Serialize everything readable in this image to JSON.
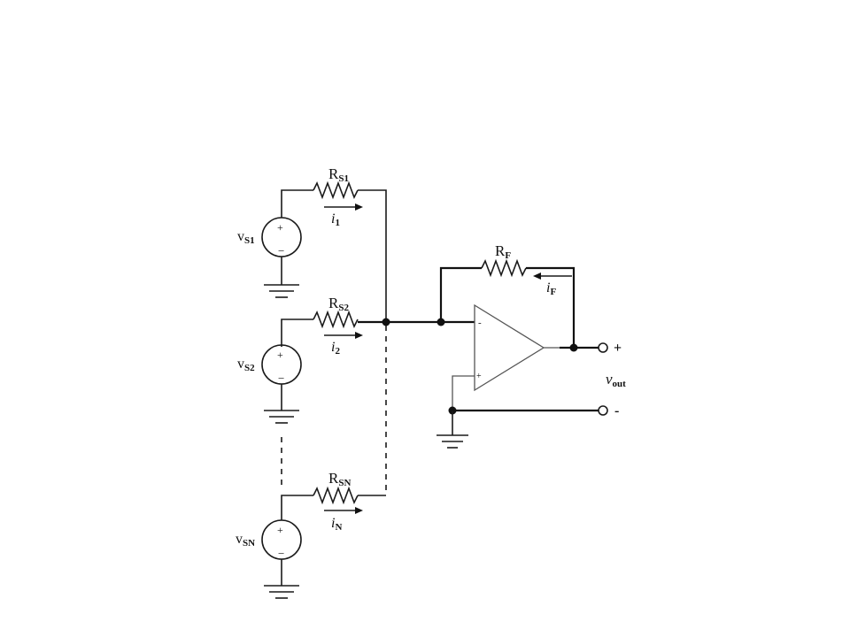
{
  "diagram": {
    "sources": [
      {
        "label": "v",
        "sub": "S1"
      },
      {
        "label": "v",
        "sub": "S2"
      },
      {
        "label": "v",
        "sub": "SN"
      }
    ],
    "resistors": [
      {
        "label": "R",
        "sub": "S1"
      },
      {
        "label": "R",
        "sub": "S2"
      },
      {
        "label": "R",
        "sub": "SN"
      },
      {
        "label": "R",
        "sub": "F"
      }
    ],
    "currents": [
      {
        "label": "i",
        "sub": "1"
      },
      {
        "label": "i",
        "sub": "2"
      },
      {
        "label": "i",
        "sub": "N"
      },
      {
        "label": "i",
        "sub": "F"
      }
    ],
    "source_plus": "+",
    "source_minus": "−",
    "opamp_minus": "-",
    "opamp_plus": "+",
    "output": {
      "label": "v",
      "sub": "out",
      "plus": "+",
      "minus": "-"
    }
  }
}
